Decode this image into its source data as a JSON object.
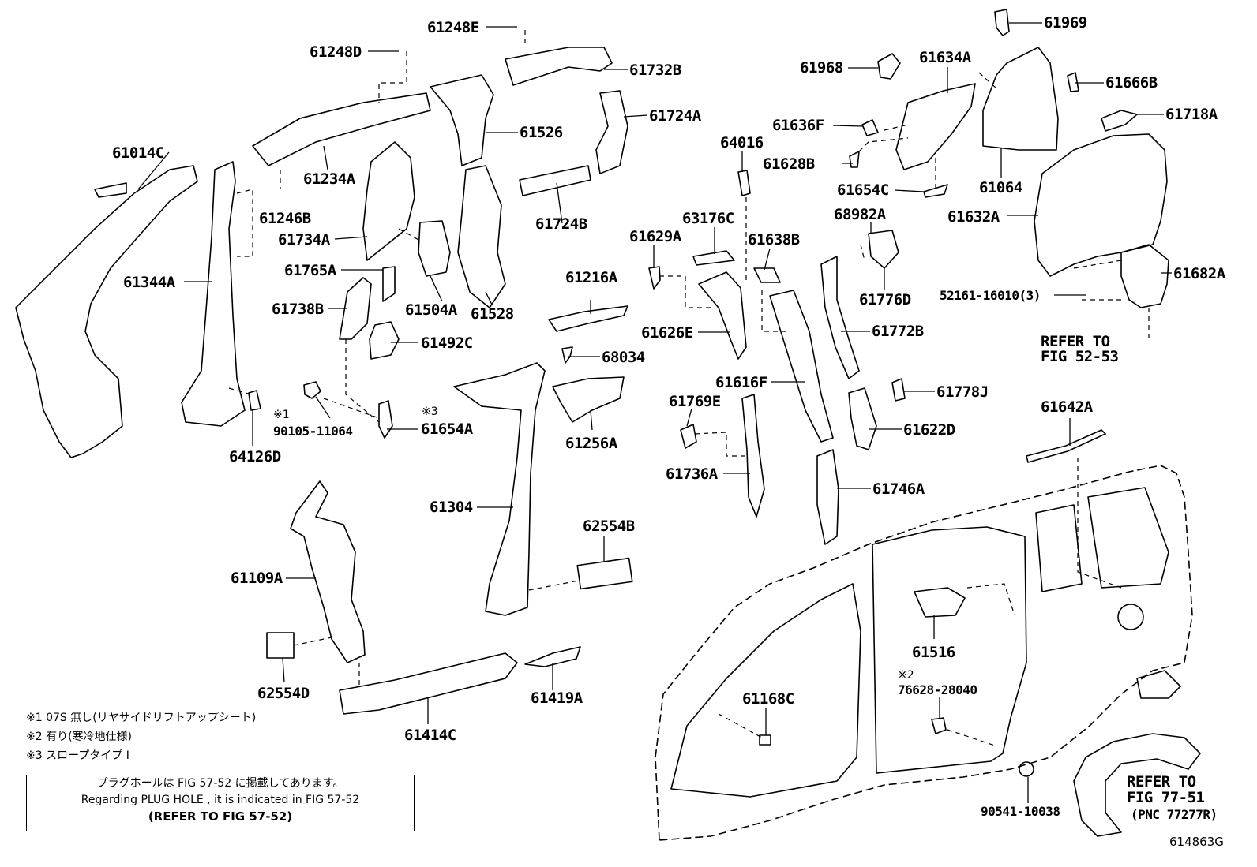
{
  "labels": {
    "p61014C": "61014C",
    "p61248D": "61248D",
    "p61248E": "61248E",
    "p61732B": "61732B",
    "p61724A": "61724A",
    "p61526": "61526",
    "p61234A": "61234A",
    "p61246B": "61246B",
    "p61734A": "61734A",
    "p61724B": "61724B",
    "p61344A": "61344A",
    "p61765A": "61765A",
    "p61738B": "61738B",
    "p61504A": "61504A",
    "p61528": "61528",
    "p61492C": "61492C",
    "p61216A": "61216A",
    "p68034": "68034",
    "p90105": "90105-11064",
    "p61654A": "61654A",
    "p61256A": "61256A",
    "p64126D": "64126D",
    "p61304": "61304",
    "p62554B": "62554B",
    "p61109A": "61109A",
    "p62554D": "62554D",
    "p61414C": "61414C",
    "p61419A": "61419A",
    "p61969": "61969",
    "p61968": "61968",
    "p61634A": "61634A",
    "p61666B": "61666B",
    "p61636F": "61636F",
    "p61718A": "61718A",
    "p64016": "64016",
    "p61628B": "61628B",
    "p61654C": "61654C",
    "p61064": "61064",
    "p63176C": "63176C",
    "p68982A": "68982A",
    "p61632A": "61632A",
    "p61629A": "61629A",
    "p61638B": "61638B",
    "p61682A": "61682A",
    "p52161": "52161-16010(3)",
    "p61776D": "61776D",
    "p61626E": "61626E",
    "p61772B": "61772B",
    "p61616F": "61616F",
    "p61778J": "61778J",
    "p61769E": "61769E",
    "p61622D": "61622D",
    "p61642A": "61642A",
    "p61736A": "61736A",
    "p61746A": "61746A",
    "p61516": "61516",
    "p76628": "76628-28040",
    "p61168C": "61168C",
    "p90541": "90541-10038"
  },
  "refs": {
    "fig5253_l1": "REFER TO",
    "fig5253_l2": "FIG 52-53",
    "fig7751_l1": "REFER TO",
    "fig7751_l2": "FIG 77-51",
    "fig7751_l3": "(PNC 77277R)"
  },
  "marks": {
    "m1": "※1",
    "m2": "※2",
    "m3": "※3"
  },
  "notes": {
    "n1": "※1 07S 無し(リヤサイドリフトアップシート)",
    "n2": "※2 有り(寒冷地仕様)",
    "n3": "※3 スロープタイプ I"
  },
  "plug_box": {
    "line1": "プラグホールは FIG 57-52 に掲載してあります。",
    "line2": "Regarding  PLUG  HOLE , it is indicated in FIG 57-52",
    "line3": "(REFER TO FIG 57-52)"
  },
  "figure_number": "614863G"
}
